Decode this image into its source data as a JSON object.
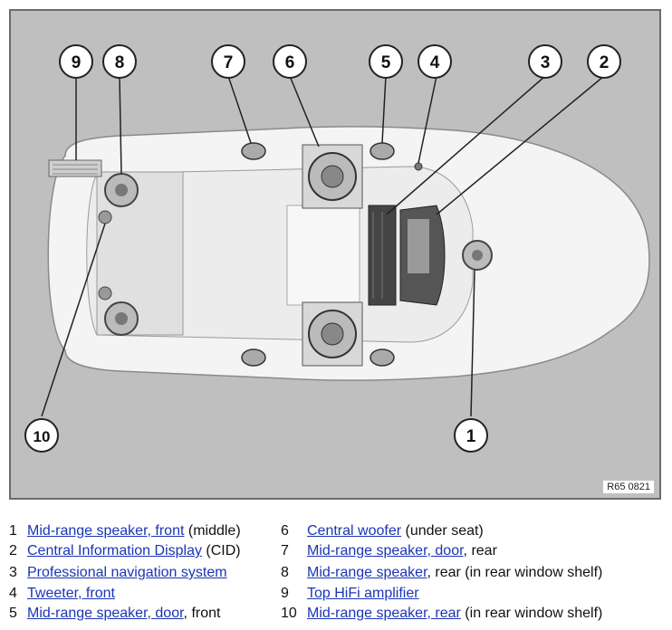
{
  "figure_ref": "R65 0821",
  "callouts": [
    "1",
    "2",
    "3",
    "4",
    "5",
    "6",
    "7",
    "8",
    "9",
    "10"
  ],
  "legend": [
    {
      "num": "1",
      "link": "Mid-range speaker, front",
      "rest": " (middle)"
    },
    {
      "num": "2",
      "link": "Central Information Display",
      "rest": " (CID)"
    },
    {
      "num": "3",
      "link": "Professional navigation system",
      "rest": ""
    },
    {
      "num": "4",
      "link": "Tweeter, front",
      "rest": ""
    },
    {
      "num": "5",
      "link": "Mid-range speaker, door",
      "rest": ", front"
    },
    {
      "num": "6",
      "link": "Central woofer",
      "rest": " (under seat)"
    },
    {
      "num": "7",
      "link": "Mid-range speaker, door",
      "rest": ", rear"
    },
    {
      "num": "8",
      "link": "Mid-range speaker",
      "rest": ", rear (in rear window shelf)"
    },
    {
      "num": "9",
      "link": "Top HiFi amplifier",
      "rest": ""
    },
    {
      "num": "10",
      "link": "Mid-range speaker, rear",
      "rest": " (in rear window shelf)"
    }
  ],
  "colors": {
    "link": "#1a35b5",
    "background": "#bfbfbf",
    "car": "#f4f4f4"
  }
}
